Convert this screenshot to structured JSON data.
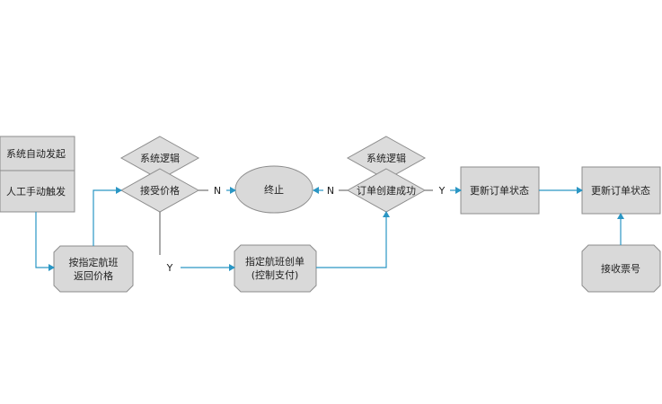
{
  "nodes": {
    "system_auto": "系统自动发起",
    "manual_trigger": "人工手动触发",
    "return_price": [
      "按指定航班",
      "返回价格"
    ],
    "system_logic_1": "系统逻辑",
    "accept_price": "接受价格",
    "end": "终止",
    "create_order": [
      "指定航班创单",
      "(控制支付)"
    ],
    "system_logic_2": "系统逻辑",
    "order_created": "订单创建成功",
    "update_status_1": "更新订单状态",
    "update_status_2": "更新订单状态",
    "receive_ticket": "接收票号"
  },
  "decisions": {
    "accept_no": "N",
    "accept_yes": "Y",
    "order_no": "N",
    "order_yes": "Y"
  },
  "colors": {
    "connector": "#2a96c4",
    "shape_fill": "#d9d9d9",
    "shape_stroke": "#8c8c8c"
  }
}
